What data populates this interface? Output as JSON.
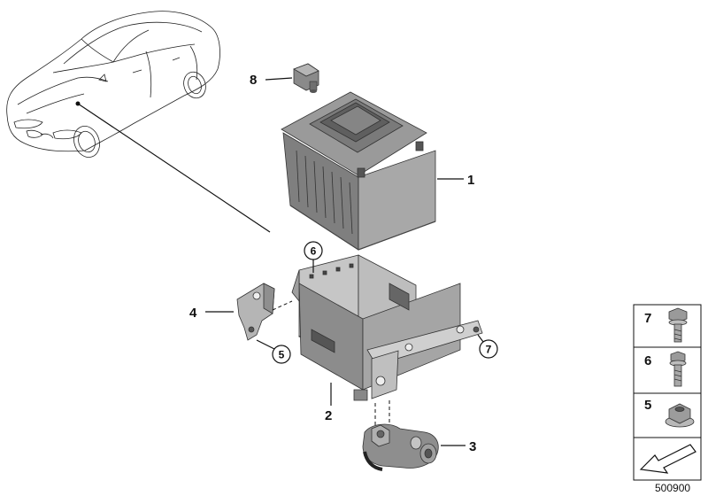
{
  "callouts": {
    "c1": "1",
    "c2": "2",
    "c3": "3",
    "c4": "4",
    "c5": "5",
    "c6": "6",
    "c7": "7",
    "c8": "8"
  },
  "legend": {
    "items": [
      {
        "number": "7"
      },
      {
        "number": "6"
      },
      {
        "number": "5"
      }
    ]
  },
  "diagram_id": "500900"
}
